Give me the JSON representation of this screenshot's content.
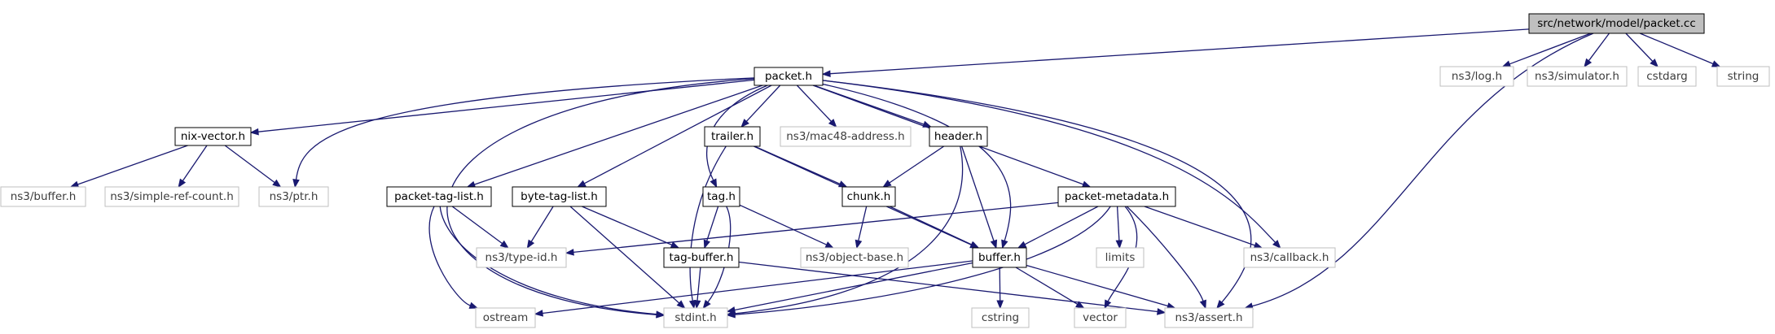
{
  "colors": {
    "edge": "#191970",
    "root_fill": "#bfbfbf",
    "root_border": "#000000",
    "internal_fill": "#ffffff",
    "internal_border": "#000000",
    "external_fill": "#ffffff",
    "external_border": "#bfbfbf",
    "external_text": "#3c3c3c",
    "text": "#000000"
  },
  "nodes": [
    {
      "id": "packet_cc",
      "label": "src/network/model/packet.cc",
      "kind": "root"
    },
    {
      "id": "packet_h",
      "label": "packet.h",
      "kind": "internal"
    },
    {
      "id": "log_h",
      "label": "ns3/log.h",
      "kind": "external"
    },
    {
      "id": "simulator_h",
      "label": "ns3/simulator.h",
      "kind": "external"
    },
    {
      "id": "cstdarg",
      "label": "cstdarg",
      "kind": "external"
    },
    {
      "id": "string",
      "label": "string",
      "kind": "external"
    },
    {
      "id": "nix_vector_h",
      "label": "nix-vector.h",
      "kind": "internal"
    },
    {
      "id": "trailer_h",
      "label": "trailer.h",
      "kind": "internal"
    },
    {
      "id": "mac48_h",
      "label": "ns3/mac48-address.h",
      "kind": "external"
    },
    {
      "id": "header_h",
      "label": "header.h",
      "kind": "internal"
    },
    {
      "id": "buffer_ns3_h",
      "label": "ns3/buffer.h",
      "kind": "external"
    },
    {
      "id": "simple_ref_count_h",
      "label": "ns3/simple-ref-count.h",
      "kind": "external"
    },
    {
      "id": "ptr_h",
      "label": "ns3/ptr.h",
      "kind": "external"
    },
    {
      "id": "packet_tag_list_h",
      "label": "packet-tag-list.h",
      "kind": "internal"
    },
    {
      "id": "byte_tag_list_h",
      "label": "byte-tag-list.h",
      "kind": "internal"
    },
    {
      "id": "tag_h",
      "label": "tag.h",
      "kind": "internal"
    },
    {
      "id": "chunk_h",
      "label": "chunk.h",
      "kind": "internal"
    },
    {
      "id": "packet_metadata_h",
      "label": "packet-metadata.h",
      "kind": "internal"
    },
    {
      "id": "type_id_h",
      "label": "ns3/type-id.h",
      "kind": "external"
    },
    {
      "id": "tag_buffer_h",
      "label": "tag-buffer.h",
      "kind": "internal"
    },
    {
      "id": "object_base_h",
      "label": "ns3/object-base.h",
      "kind": "external"
    },
    {
      "id": "buffer_h",
      "label": "buffer.h",
      "kind": "internal"
    },
    {
      "id": "limits",
      "label": "limits",
      "kind": "external"
    },
    {
      "id": "callback_h",
      "label": "ns3/callback.h",
      "kind": "external"
    },
    {
      "id": "ostream",
      "label": "ostream",
      "kind": "external"
    },
    {
      "id": "stdint_h",
      "label": "stdint.h",
      "kind": "external"
    },
    {
      "id": "cstring",
      "label": "cstring",
      "kind": "external"
    },
    {
      "id": "vector",
      "label": "vector",
      "kind": "external"
    },
    {
      "id": "assert_h",
      "label": "ns3/assert.h",
      "kind": "external"
    }
  ],
  "edges": [
    [
      "packet_cc",
      "packet_h"
    ],
    [
      "packet_cc",
      "log_h"
    ],
    [
      "packet_cc",
      "simulator_h"
    ],
    [
      "packet_cc",
      "cstdarg"
    ],
    [
      "packet_cc",
      "string"
    ],
    [
      "packet_cc",
      "assert_h"
    ],
    [
      "packet_h",
      "nix_vector_h"
    ],
    [
      "packet_h",
      "ptr_h"
    ],
    [
      "packet_h",
      "stdint_h"
    ],
    [
      "packet_h",
      "packet_tag_list_h"
    ],
    [
      "packet_h",
      "byte_tag_list_h"
    ],
    [
      "packet_h",
      "tag_h"
    ],
    [
      "packet_h",
      "trailer_h"
    ],
    [
      "packet_h",
      "mac48_h"
    ],
    [
      "packet_h",
      "header_h"
    ],
    [
      "packet_h",
      "buffer_h"
    ],
    [
      "packet_h",
      "packet_metadata_h"
    ],
    [
      "packet_h",
      "callback_h"
    ],
    [
      "packet_h",
      "assert_h"
    ],
    [
      "nix_vector_h",
      "buffer_ns3_h"
    ],
    [
      "nix_vector_h",
      "simple_ref_count_h"
    ],
    [
      "nix_vector_h",
      "ptr_h"
    ],
    [
      "trailer_h",
      "chunk_h"
    ],
    [
      "trailer_h",
      "buffer_h"
    ],
    [
      "trailer_h",
      "stdint_h"
    ],
    [
      "header_h",
      "chunk_h"
    ],
    [
      "header_h",
      "buffer_h"
    ],
    [
      "header_h",
      "stdint_h"
    ],
    [
      "packet_tag_list_h",
      "type_id_h"
    ],
    [
      "packet_tag_list_h",
      "ostream"
    ],
    [
      "packet_tag_list_h",
      "stdint_h"
    ],
    [
      "byte_tag_list_h",
      "type_id_h"
    ],
    [
      "byte_tag_list_h",
      "tag_buffer_h"
    ],
    [
      "byte_tag_list_h",
      "stdint_h"
    ],
    [
      "tag_h",
      "tag_buffer_h"
    ],
    [
      "tag_h",
      "object_base_h"
    ],
    [
      "tag_h",
      "stdint_h"
    ],
    [
      "chunk_h",
      "object_base_h"
    ],
    [
      "chunk_h",
      "buffer_h"
    ],
    [
      "packet_metadata_h",
      "type_id_h"
    ],
    [
      "packet_metadata_h",
      "buffer_h"
    ],
    [
      "packet_metadata_h",
      "limits"
    ],
    [
      "packet_metadata_h",
      "callback_h"
    ],
    [
      "packet_metadata_h",
      "stdint_h"
    ],
    [
      "packet_metadata_h",
      "vector"
    ],
    [
      "packet_metadata_h",
      "assert_h"
    ],
    [
      "tag_buffer_h",
      "stdint_h"
    ],
    [
      "tag_buffer_h",
      "assert_h"
    ],
    [
      "buffer_h",
      "ostream"
    ],
    [
      "buffer_h",
      "stdint_h"
    ],
    [
      "buffer_h",
      "cstring"
    ],
    [
      "buffer_h",
      "vector"
    ],
    [
      "buffer_h",
      "assert_h"
    ]
  ]
}
